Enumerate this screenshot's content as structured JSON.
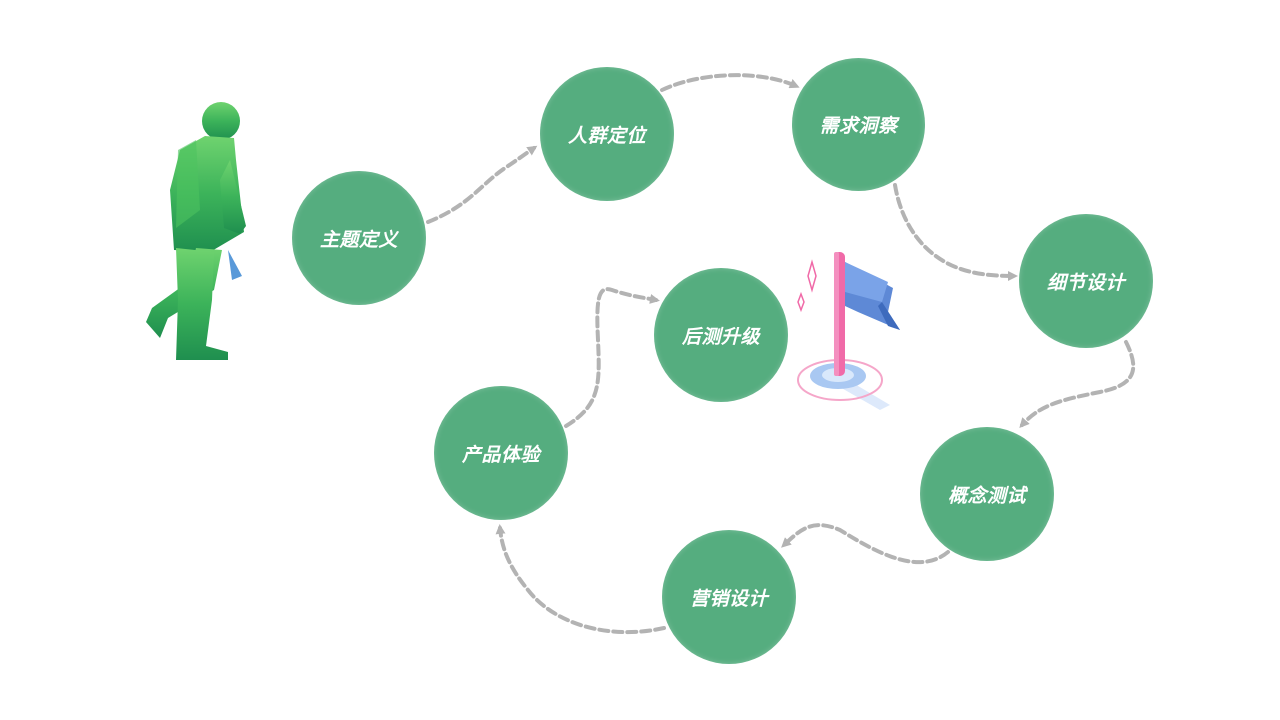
{
  "diagram": {
    "type": "process-flow",
    "steps": [
      {
        "id": "s1",
        "label": "主题定义"
      },
      {
        "id": "s2",
        "label": "人群定位"
      },
      {
        "id": "s3",
        "label": "需求洞察"
      },
      {
        "id": "s4",
        "label": "细节设计"
      },
      {
        "id": "s5",
        "label": "概念测试"
      },
      {
        "id": "s6",
        "label": "营销设计"
      },
      {
        "id": "s7",
        "label": "产品体验"
      },
      {
        "id": "s8",
        "label": "后测升级"
      }
    ],
    "connections": [
      {
        "from": "s1",
        "to": "s2"
      },
      {
        "from": "s2",
        "to": "s3"
      },
      {
        "from": "s3",
        "to": "s4"
      },
      {
        "from": "s4",
        "to": "s5"
      },
      {
        "from": "s5",
        "to": "s6"
      },
      {
        "from": "s6",
        "to": "s7"
      },
      {
        "from": "s7",
        "to": "s8"
      }
    ]
  },
  "colors": {
    "node_fill": "#55ad7f",
    "node_text": "#ffffff",
    "connector": "#b3b3b3",
    "figure_light": "#6fd36f",
    "figure_dark": "#1f8f4f",
    "flag_pole": "#f06aa8",
    "flag": "#6b95dc"
  },
  "decorations": {
    "figure_icon": "walking-person-icon",
    "goal_icon": "flag-icon"
  }
}
